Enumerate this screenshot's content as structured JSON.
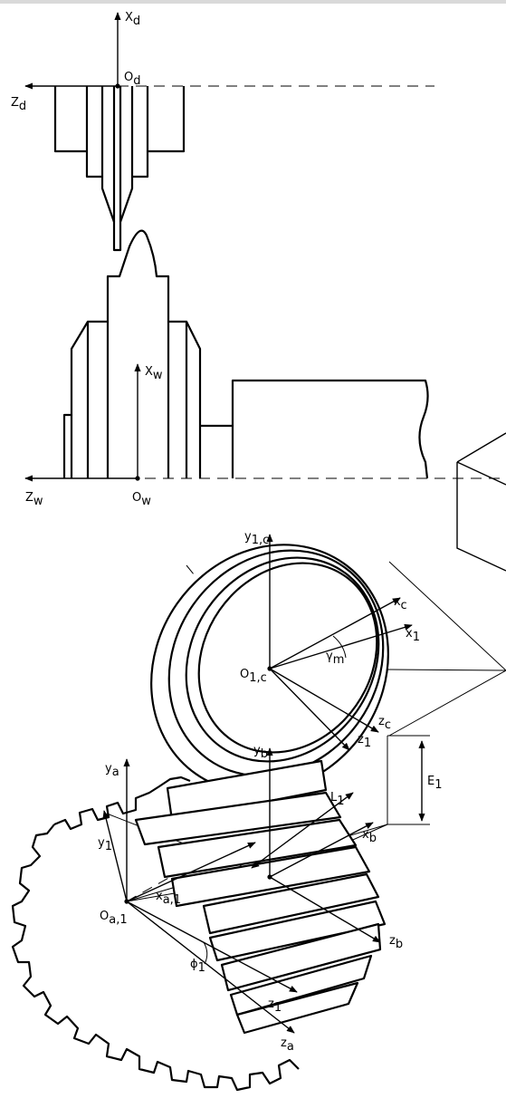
{
  "labels": {
    "Xd": "X",
    "Xd_sub": "d",
    "Od": "O",
    "Od_sub": "d",
    "Zd": "Z",
    "Zd_sub": "d",
    "Xw": "X",
    "Xw_sub": "w",
    "Zw": "Z",
    "Zw_sub": "w",
    "Ow": "O",
    "Ow_sub": "w",
    "y1c": "y",
    "y1c_sub": "1,c",
    "xc": "x",
    "xc_sub": "c",
    "x1": "x",
    "x1_sub": "1",
    "gamma": "γ",
    "gamma_sub": "m",
    "O1c": "O",
    "O1c_sub": "1,c",
    "zc": "z",
    "zc_sub": "c",
    "z1a": "z",
    "z1a_sub": "1",
    "yb": "y",
    "yb_sub": "b",
    "ya": "y",
    "ya_sub": "a",
    "L1": "L",
    "L1_sub": "1",
    "xb": "x",
    "xb_sub": "b",
    "E1": "E",
    "E1_sub": "1",
    "y1": "y",
    "y1_sub": "1",
    "xa1": "x",
    "xa1_sub": "a,1",
    "Oa1": "O",
    "Oa1_sub": "a,1",
    "zb": "z",
    "zb_sub": "b",
    "phi": "ϕ",
    "phi_sub": "1",
    "z1b": "z",
    "z1b_sub": "1",
    "za": "z",
    "za_sub": "a"
  }
}
